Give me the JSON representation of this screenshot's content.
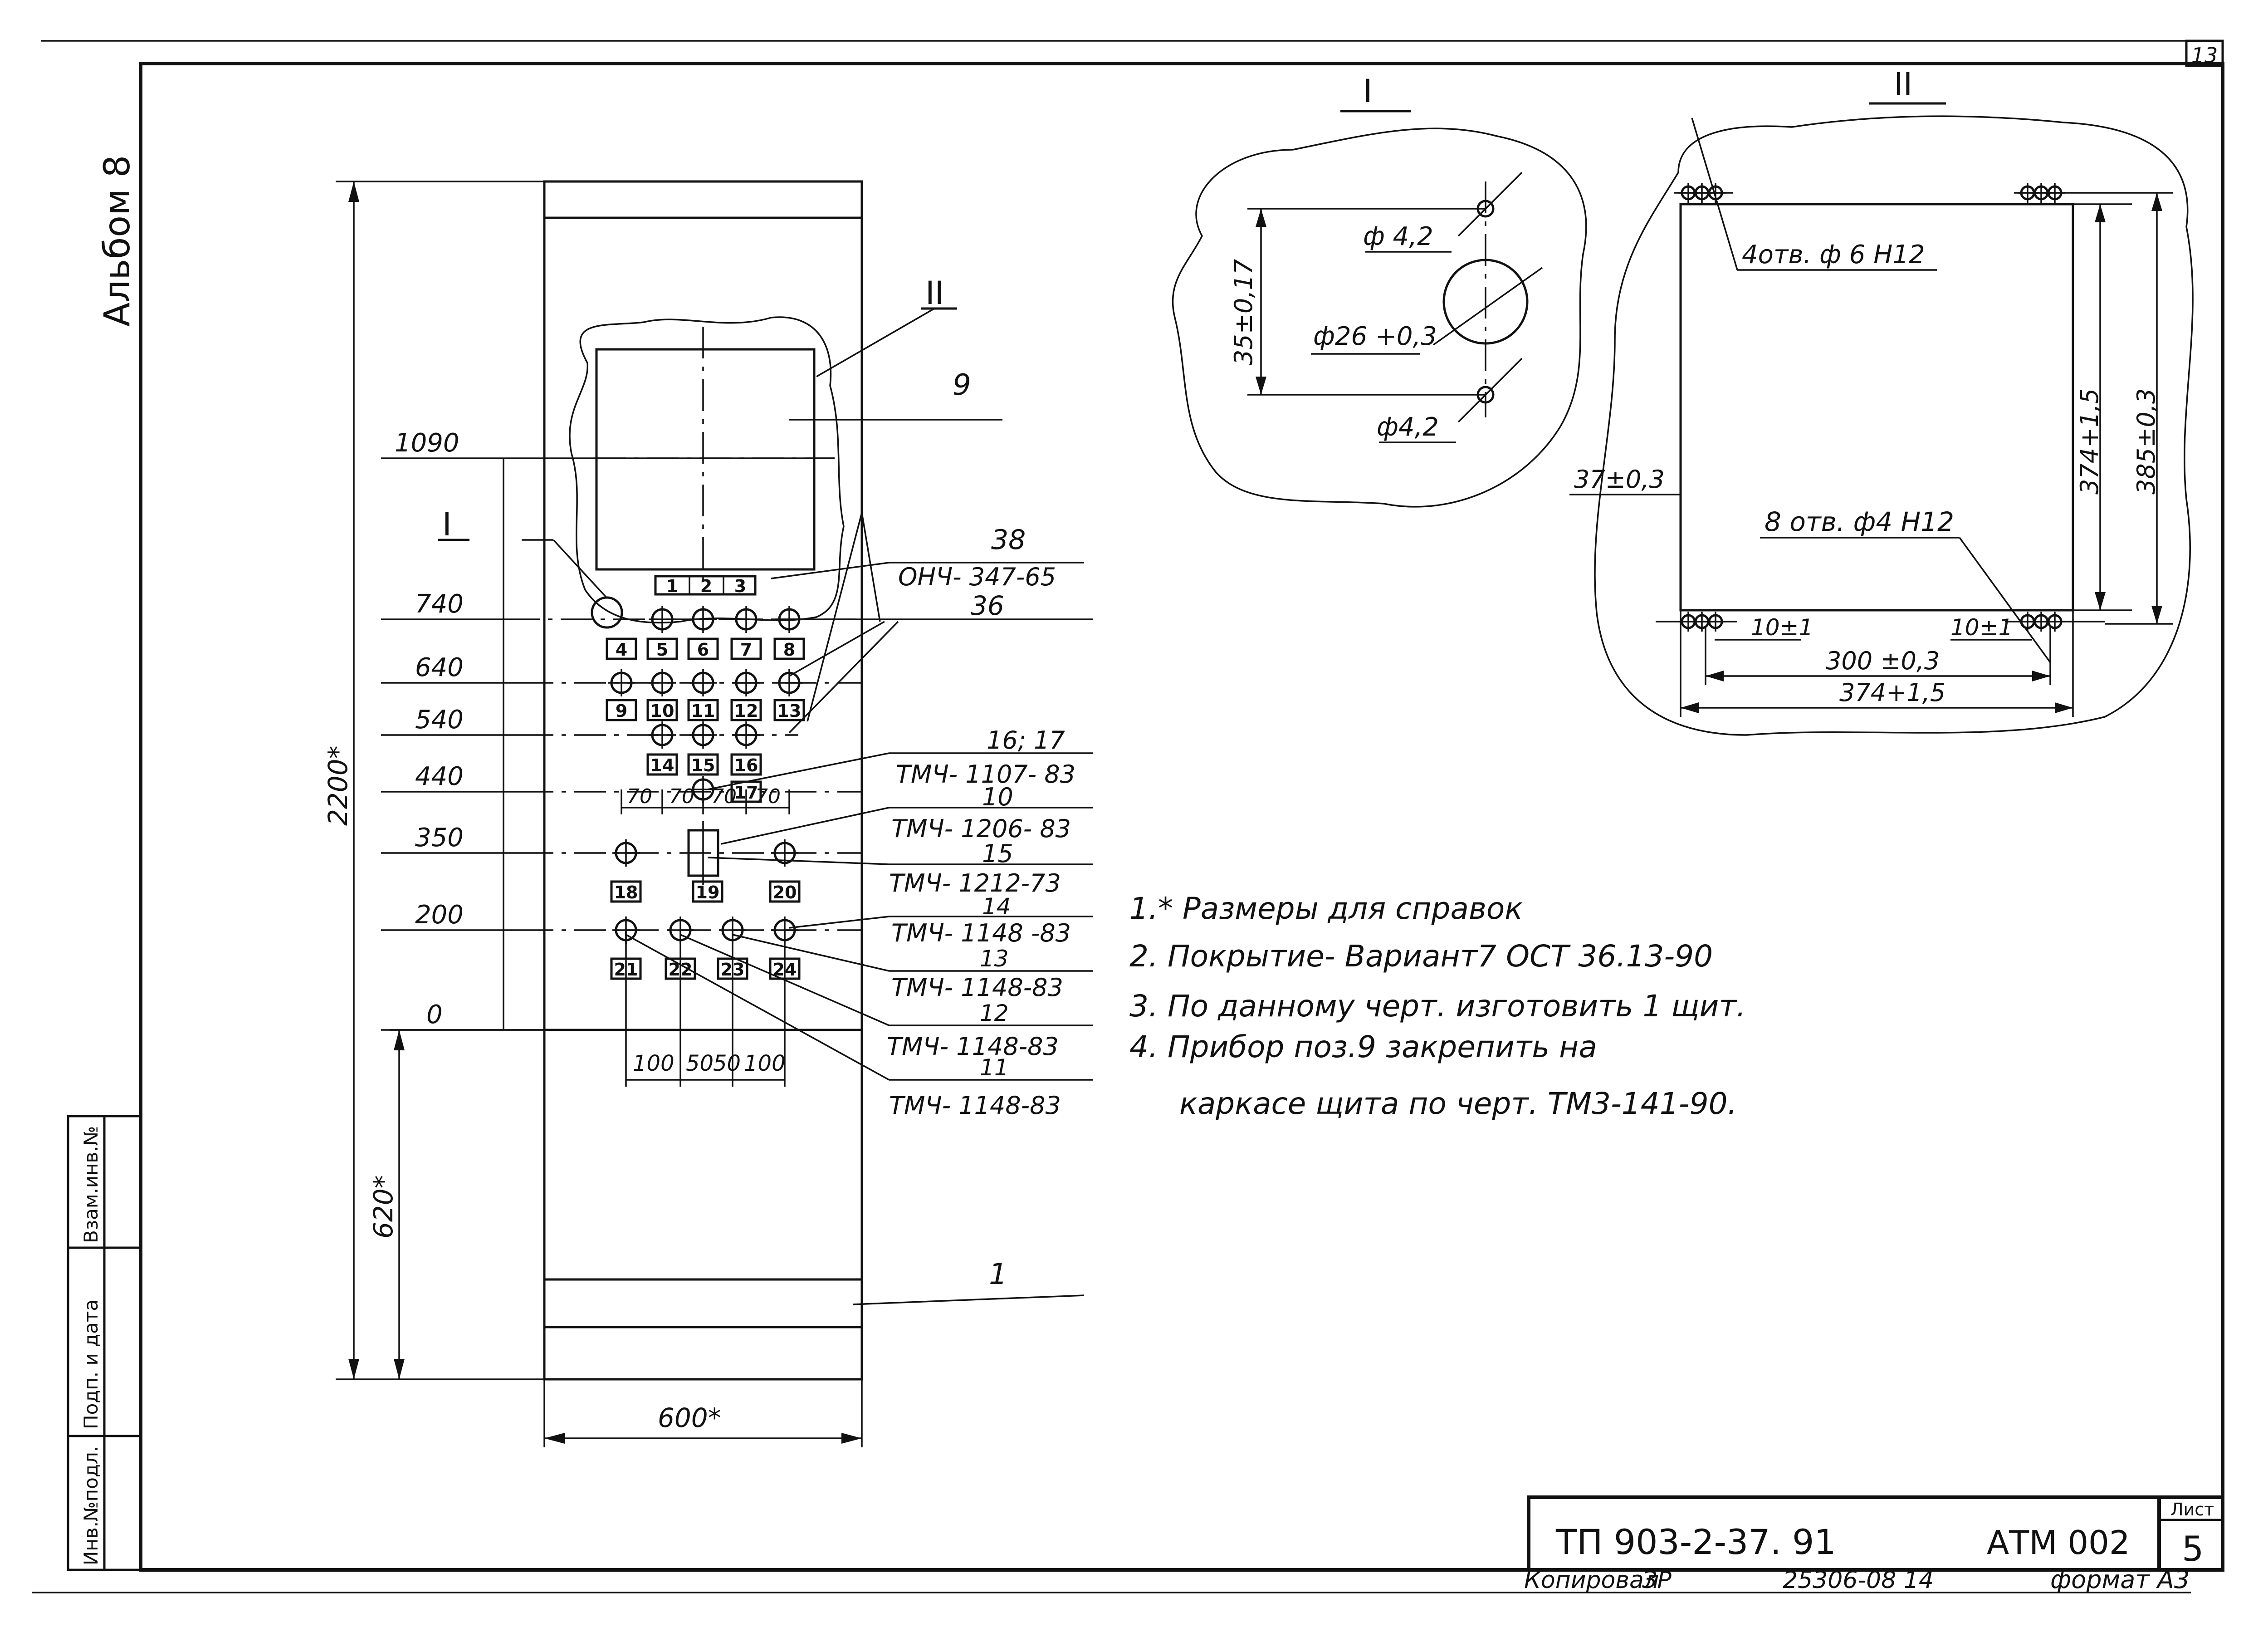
{
  "sheet": {
    "album": "Альбом 8",
    "sheet_corner": "13",
    "side_stamp": [
      "Инв.№подл.",
      "Подп. и дата",
      "Взам.инв.№"
    ]
  },
  "front_view": {
    "levels": [
      "1090",
      "740",
      "640",
      "540",
      "440",
      "350",
      "200",
      "0"
    ],
    "height_total": "2200*",
    "height_lower": "620*",
    "width": "600*",
    "detail_marks": [
      "I",
      "II"
    ],
    "position_markers": [
      "1",
      "2",
      "3",
      "4",
      "5",
      "6",
      "7",
      "8",
      "9",
      "10",
      "11",
      "12",
      "13",
      "14",
      "15",
      "16",
      "17",
      "18",
      "19",
      "20",
      "21",
      "22",
      "23",
      "24"
    ],
    "spacing_70": [
      "70",
      "70",
      "70",
      "70"
    ],
    "spacing_bottom": [
      "100",
      "50",
      "50",
      "100"
    ],
    "callouts": [
      {
        "pos": "9",
        "type": ""
      },
      {
        "pos": "38",
        "type": "ОНЧ- 347-65"
      },
      {
        "pos": "36",
        "type": ""
      },
      {
        "pos": "16; 17",
        "type": "ТМЧ- 1107- 83"
      },
      {
        "pos": "10",
        "type": "ТМЧ- 1206- 83"
      },
      {
        "pos": "15",
        "type": "ТМЧ- 1212-73"
      },
      {
        "pos": "14",
        "type": "ТМЧ- 1148 -83"
      },
      {
        "pos": "13",
        "type": "ТМЧ- 1148-83"
      },
      {
        "pos": "12",
        "type": "ТМЧ- 1148-83"
      },
      {
        "pos": "11",
        "type": "ТМЧ- 1148-83"
      },
      {
        "pos": "1",
        "type": ""
      }
    ]
  },
  "detail_I": {
    "title": "I",
    "hole_small_top": "ф 4,2",
    "hole_large": "ф26 +0,3",
    "hole_small_bottom": "ф4,2",
    "spacing": "35±0,17"
  },
  "detail_II": {
    "title": "II",
    "holes_4": "4отв. ф 6 Н12",
    "holes_8": "8 отв. ф4 Н12",
    "offset_left": "37±0,3",
    "offset_10a": "10±1",
    "offset_10b": "10±1",
    "inner_width": "300 ±0,3",
    "outer_width": "374+1,5",
    "inner_height": "374+1,5",
    "outer_height": "385±0,3"
  },
  "notes": [
    "1.* Размеры для справок",
    "2. Покрытие- Вариант7   ОСТ 36.13-90",
    "3. По данному черт. изготовить 1 щит.",
    "4. Прибор поз.9  закрепить на",
    "каркасе  щита  по  черт. ТМ3-141-90."
  ],
  "title_block": {
    "project": "ТП  903-2-37. 91",
    "doc_code": "АТМ 002",
    "sheet_label": "Лист",
    "sheet_no": "5",
    "copied": "Копировал",
    "copier": "ЗР",
    "order": "25306-08  14",
    "format": "формат А3"
  }
}
